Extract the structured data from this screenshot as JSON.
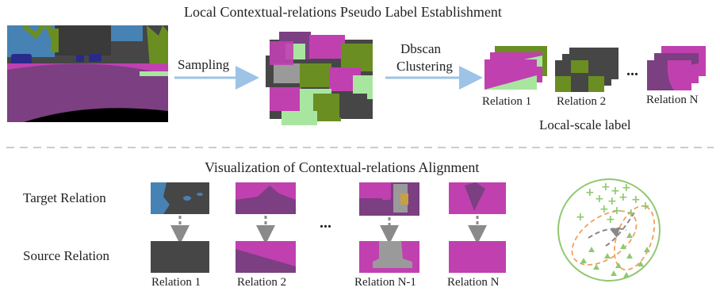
{
  "top": {
    "title": "Local Contextual-relations Pseudo Label Establishment",
    "sampling_label": "Sampling",
    "clustering_label_line1": "Dbscan",
    "clustering_label_line2": "Clustering",
    "relation_labels": [
      "Relation 1",
      "Relation 2",
      "Relation N"
    ],
    "ellipsis": "...",
    "local_scale_label": "Local-scale label"
  },
  "bottom": {
    "title": "Visualization of Contextual-relations Alignment",
    "target_row_label": "Target Relation",
    "source_row_label": "Source Relation",
    "ellipsis": "...",
    "relation_labels": [
      "Relation 1",
      "Relation 2",
      "Relation N-1",
      "Relation N"
    ]
  },
  "colors": {
    "road": "#7b3f82",
    "magenta": "#c040b0",
    "vegetation": "#6b8e23",
    "light_green": "#a8e6a0",
    "dark_gray": "#464646",
    "mid_gray": "#9a9a9a",
    "arrow_blue": "#9dc3e6",
    "car_blue": "#2a2a8c",
    "sky_blue": "#4682b4",
    "orange": "#f0a060",
    "green_marker": "#90c870"
  }
}
